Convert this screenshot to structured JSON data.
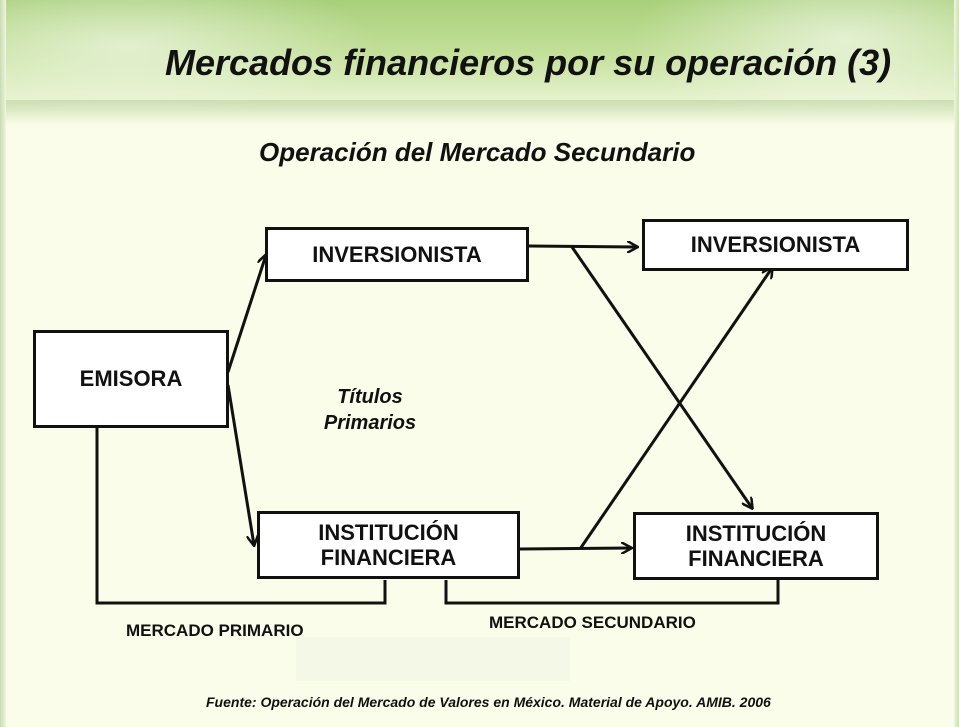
{
  "title": "Mercados financieros por su operación (3)",
  "subtitle": "Operación del Mercado Secundario",
  "nodes": {
    "emisora": "EMISORA",
    "inversionista_left": "INVERSIONISTA",
    "inversionista_right": "INVERSIONISTA",
    "institucion_left_line1": "INSTITUCIÓN",
    "institucion_left_line2": "FINANCIERA",
    "institucion_right_line1": "INSTITUCIÓN",
    "institucion_right_line2": "FINANCIERA"
  },
  "annotations": {
    "titulos_line1": "Títulos",
    "titulos_line2": "Primarios"
  },
  "markets": {
    "primario": "MERCADO PRIMARIO",
    "secundario": "MERCADO SECUNDARIO"
  },
  "footer": "Fuente: Operación del Mercado de Valores en México. Material de Apoyo. AMIB. 2006",
  "colors": {
    "background": "#fafde9",
    "header": "#a8cf7a",
    "ink": "#111111"
  }
}
